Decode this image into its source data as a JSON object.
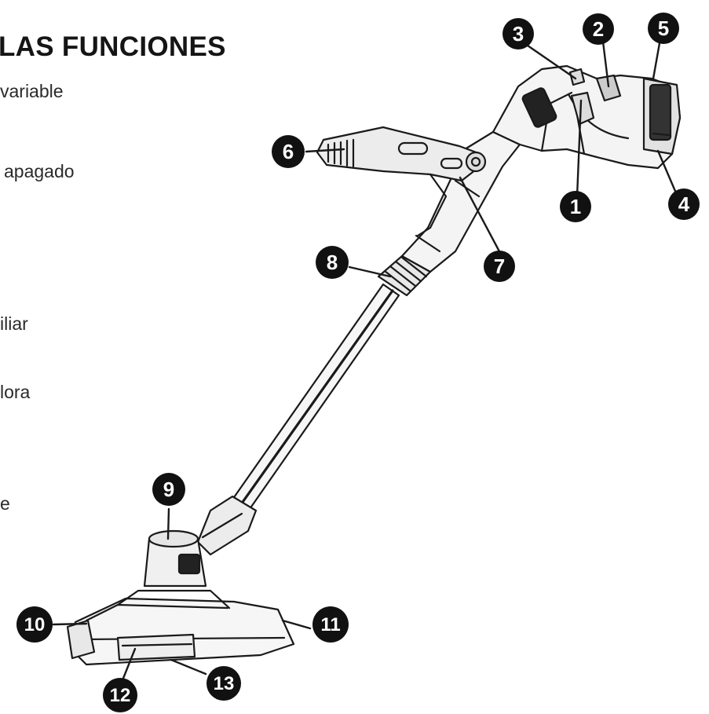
{
  "section": {
    "heading": "LAS FUNCIONES",
    "list_fragments": [
      "variable",
      "apagado",
      "iliar",
      "lora",
      "e"
    ]
  },
  "callouts": [
    "1",
    "2",
    "3",
    "4",
    "5",
    "6",
    "7",
    "8",
    "9",
    "10",
    "11",
    "12",
    "13"
  ],
  "colors": {
    "callout_fill": "#111111",
    "callout_text": "#ffffff",
    "line_art": "#1a1a1a"
  }
}
